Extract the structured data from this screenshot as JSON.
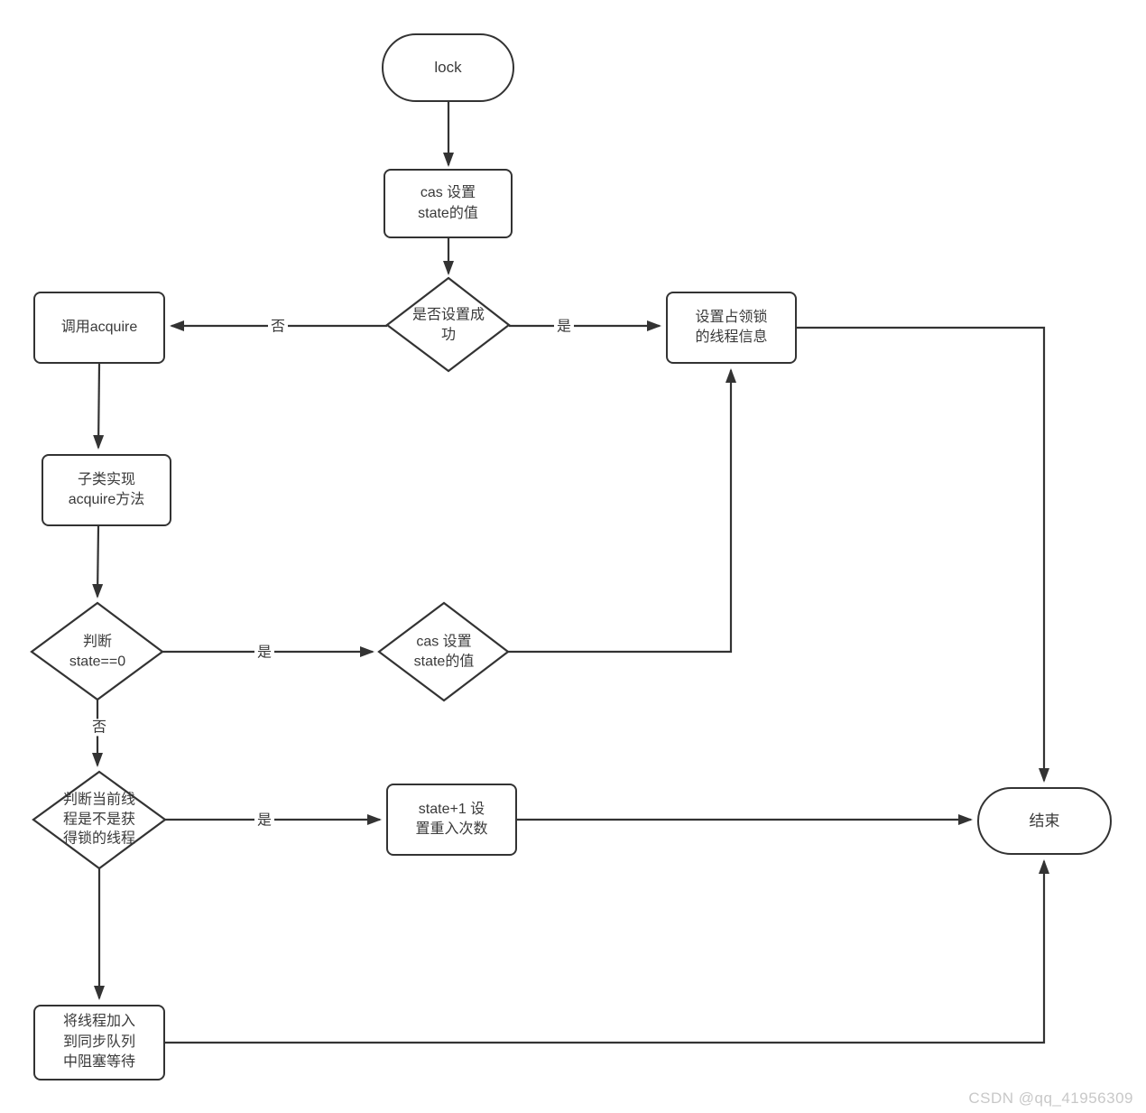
{
  "nodes": {
    "lock": "lock",
    "cas_set_state_top": "cas 设置\nstate的值",
    "set_success_decision": "是否设置成\n功",
    "call_acquire": "调用acquire",
    "set_owner_thread": "设置占领锁\n的线程信息",
    "subclass_acquire": "子类实现\nacquire方法",
    "judge_state_zero": "判断\nstate==0",
    "cas_set_state_mid": "cas 设置\nstate的值",
    "judge_current_thread": "判断当前线\n程是不是获\n得锁的线程",
    "state_plus_one": "state+1 设\n置重入次数",
    "end": "结束",
    "enqueue_block": "将线程加入\n到同步队列\n中阻塞等待"
  },
  "edge_labels": {
    "no_set_success": "否",
    "yes_set_success": "是",
    "yes_state_zero": "是",
    "no_state_zero": "否",
    "yes_current_thread": "是"
  },
  "watermark": "CSDN @qq_41956309",
  "colors": {
    "line": "#333333",
    "text": "#3a3a3a",
    "watermark": "#c8c8c8"
  }
}
